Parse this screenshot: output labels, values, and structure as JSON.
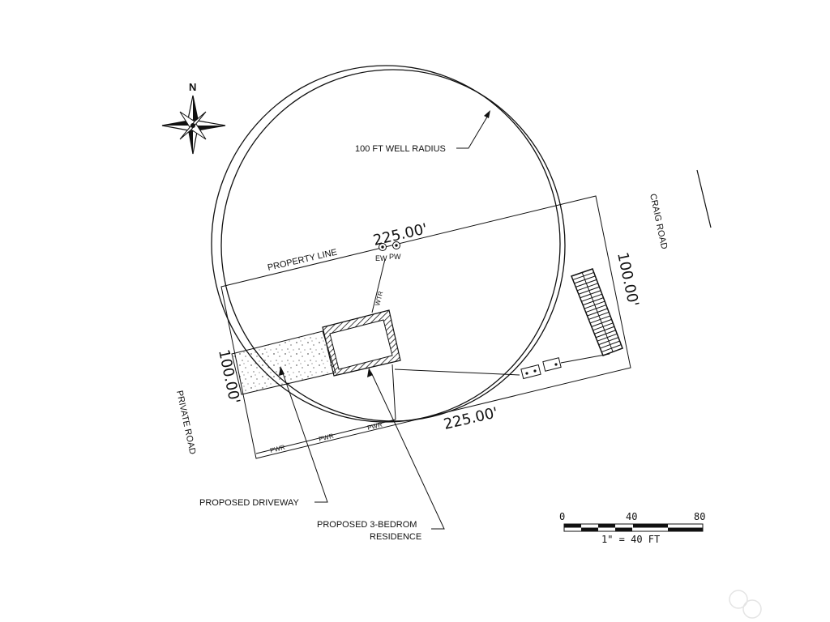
{
  "north_label": "N",
  "well_radius_label": "100 FT WELL RADIUS",
  "road_labels": {
    "east": "CRAIG ROAD",
    "west": "PRIVATE ROAD"
  },
  "property_line_label": "PROPERTY LINE",
  "dimensions": {
    "top": "225.00'",
    "bottom": "225.00'",
    "left": "100.00'",
    "right": "100.00'"
  },
  "well_labels": {
    "existing": "EW",
    "proposed": "PW"
  },
  "utility_labels": {
    "water": "WTR",
    "power": "PWR"
  },
  "callouts": {
    "driveway": "PROPOSED DRIVEWAY",
    "residence_line1": "PROPOSED 3-BEDROM",
    "residence_line2": "RESIDENCE"
  },
  "scale_bar": {
    "tick_0": "0",
    "tick_40": "40",
    "tick_80": "80",
    "ratio": "1\"  =  40  FT"
  }
}
